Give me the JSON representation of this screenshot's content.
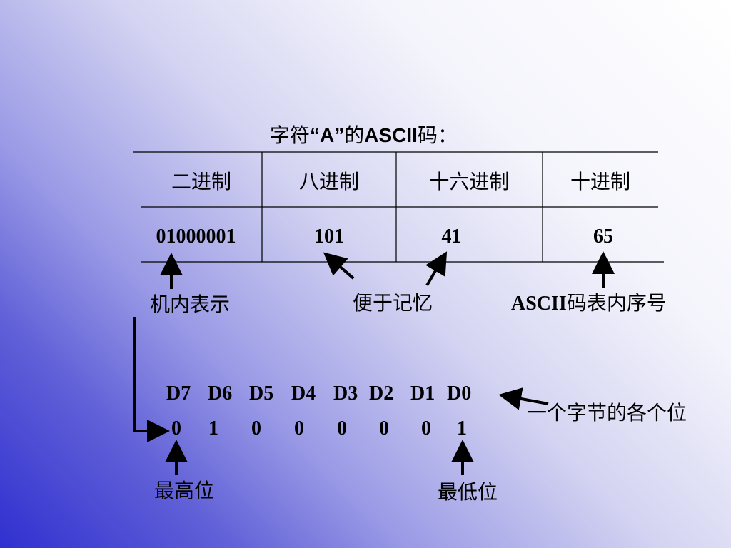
{
  "title": {
    "prefix": "字符",
    "quoted": "“A”",
    "middle": "的",
    "ascii": "ASCII",
    "suffix": "码："
  },
  "table": {
    "headers": [
      "二进制",
      "八进制",
      "十六进制",
      "十进制"
    ],
    "values": [
      "01000001",
      "101",
      "41",
      "65"
    ]
  },
  "notes": {
    "machine": "机内表示",
    "memory": "便于记忆",
    "ascii_index_bold": "ASCII",
    "ascii_index_rest": "码表内序号",
    "byte_bits": "一个字节的各个位",
    "msb": "最高位",
    "lsb": "最低位"
  },
  "bits": {
    "names": [
      "D7",
      "D6",
      "D5",
      "D4",
      "D3",
      "D2",
      "D1",
      "D0"
    ],
    "values": [
      "0",
      "1",
      "0",
      "0",
      "0",
      "0",
      "0",
      "1"
    ]
  }
}
